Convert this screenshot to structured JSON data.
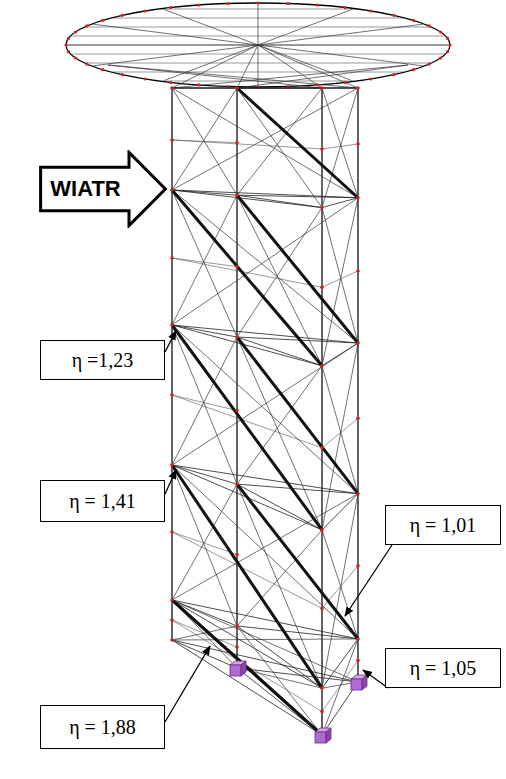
{
  "diagram": {
    "nodes": [
      {
        "text": [
          "WIATR"
        ]
      },
      {
        "text": [
          "η =1,23"
        ]
      },
      {
        "text": [
          "η = 1,41"
        ]
      },
      {
        "text": [
          "η = 1,01"
        ]
      },
      {
        "text": [
          "η = 1,05"
        ]
      },
      {
        "text": [
          "η = 1,88"
        ]
      }
    ]
  }
}
